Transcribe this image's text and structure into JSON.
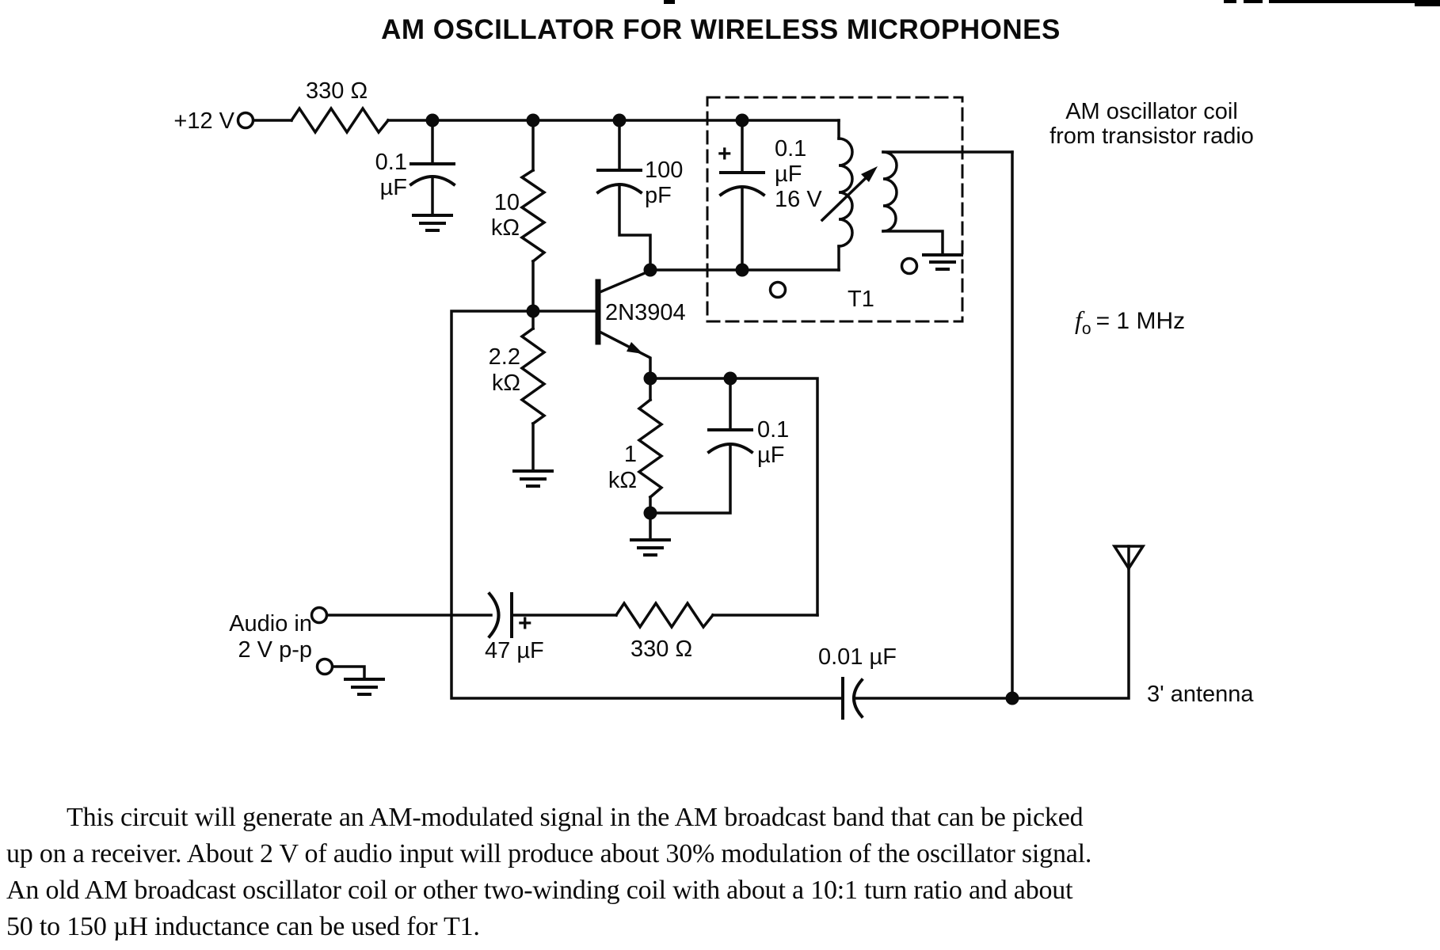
{
  "title": "AM OSCILLATOR FOR WIRELESS MICROPHONES",
  "schematic": {
    "supply": {
      "label": "+12 V"
    },
    "r_supply": {
      "label": "330 Ω"
    },
    "c_supply": {
      "line1": "0.1",
      "line2": "µF"
    },
    "r_base_upper": {
      "line1": "10",
      "line2": "kΩ"
    },
    "c_feedback": {
      "line1": "100",
      "line2": "pF"
    },
    "c_tank": {
      "plus": "+",
      "line1": "0.1",
      "line2": "µF",
      "line3": "16 V"
    },
    "transistor": {
      "label": "2N3904"
    },
    "transformer": {
      "label": "T1"
    },
    "coil_note": {
      "line1": "AM oscillator coil",
      "line2": "from transistor radio"
    },
    "frequency": {
      "f": "f",
      "sub": "o",
      "rest": "= 1 MHz"
    },
    "r_base_lower": {
      "line1": "2.2",
      "line2": "kΩ"
    },
    "r_emitter": {
      "line1": "1",
      "line2": "kΩ"
    },
    "c_emitter": {
      "line1": "0.1",
      "line2": "µF"
    },
    "audio_input": {
      "line1": "Audio in",
      "line2": "2 V p-p"
    },
    "c_audio": {
      "label": "47 µF",
      "plus": "+"
    },
    "r_audio": {
      "label": "330 Ω"
    },
    "c_antenna": {
      "label": "0.01 µF"
    },
    "antenna": {
      "label": "3' antenna"
    }
  },
  "caption": {
    "lines": [
      "This circuit will generate an AM-modulated signal in the AM broadcast band that can be picked",
      "up on a receiver. About 2 V of audio input will produce about 30% modulation of the oscillator signal.",
      "An old AM broadcast oscillator coil or other two-winding coil with about a 10:1 turn ratio and about",
      "50 to 150 µH inductance can be used for T1."
    ]
  }
}
